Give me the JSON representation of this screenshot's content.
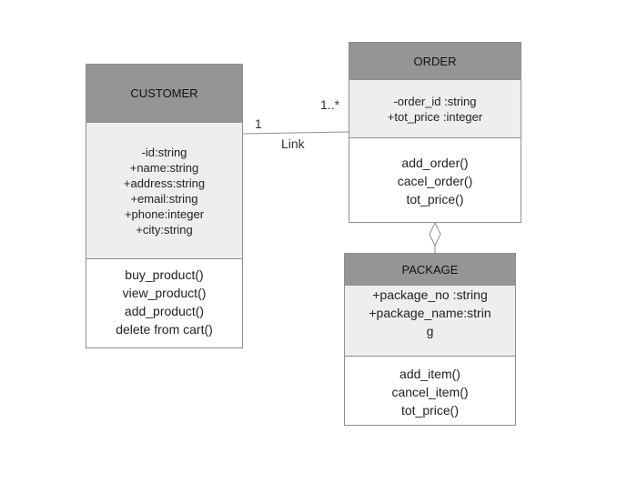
{
  "classes": {
    "customer": {
      "name": "CUSTOMER",
      "attributes": [
        "-id:string",
        "+name:string",
        "+address:string",
        "+email:string",
        "+phone:integer",
        "+city:string"
      ],
      "operations": [
        "buy_product()",
        "view_product()",
        "add_product()",
        "delete from cart()"
      ]
    },
    "order": {
      "name": "ORDER",
      "attributes": [
        "-order_id :string",
        "+tot_price :integer"
      ],
      "operations": [
        "add_order()",
        "cacel_order()",
        "tot_price()"
      ]
    },
    "package": {
      "name": "PACKAGE",
      "attributes": [
        "+package_no :string",
        "+package_name:strin",
        "g"
      ],
      "operations": [
        "add_item()",
        "cancel_item()",
        "tot_price()"
      ]
    }
  },
  "association": {
    "name": "Link",
    "customer_multiplicity": "1",
    "order_multiplicity": "1..*"
  },
  "aggregation": {
    "whole": "ORDER",
    "part": "PACKAGE"
  }
}
